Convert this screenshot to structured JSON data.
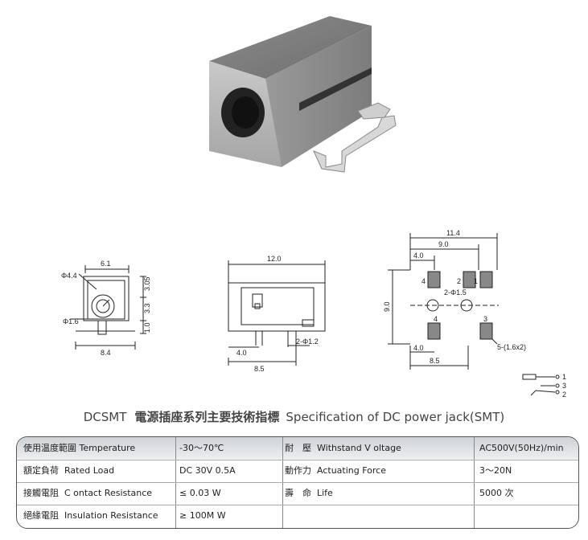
{
  "title": {
    "model": "DCSMT",
    "chinese": "電源插座系列主要技術指標",
    "english": "Specification of DC power jack(SMT)"
  },
  "dimensions": {
    "side": {
      "width": "6.1",
      "base": "8.4",
      "pin_dia": "Φ4.4",
      "center_pin": "Φ1.6",
      "h_top": "3.05",
      "h_mid": "3.3",
      "h_bot": "1.0"
    },
    "front": {
      "length": "12.0",
      "offset": "4.0",
      "total": "8.5",
      "hole": "2-Φ1.2"
    },
    "footprint": {
      "outer": "11.4",
      "inner": "9.0",
      "pad_w": "4.0",
      "height": "9.0",
      "hole": "2-Φ1.5",
      "bottom_w": "4.0",
      "bottom_total": "8.5",
      "pad_size": "5-(1.6x2)",
      "labels": [
        "4",
        "2",
        "1",
        "4",
        "3"
      ]
    },
    "schematic_pins": [
      "1",
      "3",
      "2"
    ]
  },
  "specs": [
    {
      "param_cn": "使用温度範圍",
      "param_en": "Temperature",
      "value": "-30～70℃",
      "param2_cn": "耐　壓",
      "param2_en": "Withstand V oltage",
      "value2": "AC500V(50Hz)/min"
    },
    {
      "param_cn": "額定負荷",
      "param_en": "Rated Load",
      "value": "DC  30V  0.5A",
      "param2_cn": "動作力",
      "param2_en": "Actuating Force",
      "value2": "3～20N"
    },
    {
      "param_cn": "接觸電阻",
      "param_en": "C ontact Resistance",
      "value": "≤ 0.03 W",
      "param2_cn": "壽　命",
      "param2_en": "Life",
      "value2": "5000 次"
    },
    {
      "param_cn": "絕緣電阻",
      "param_en": "Insulation Resistance",
      "value": "≥ 100M W",
      "param2_cn": "",
      "param2_en": "",
      "value2": ""
    }
  ]
}
